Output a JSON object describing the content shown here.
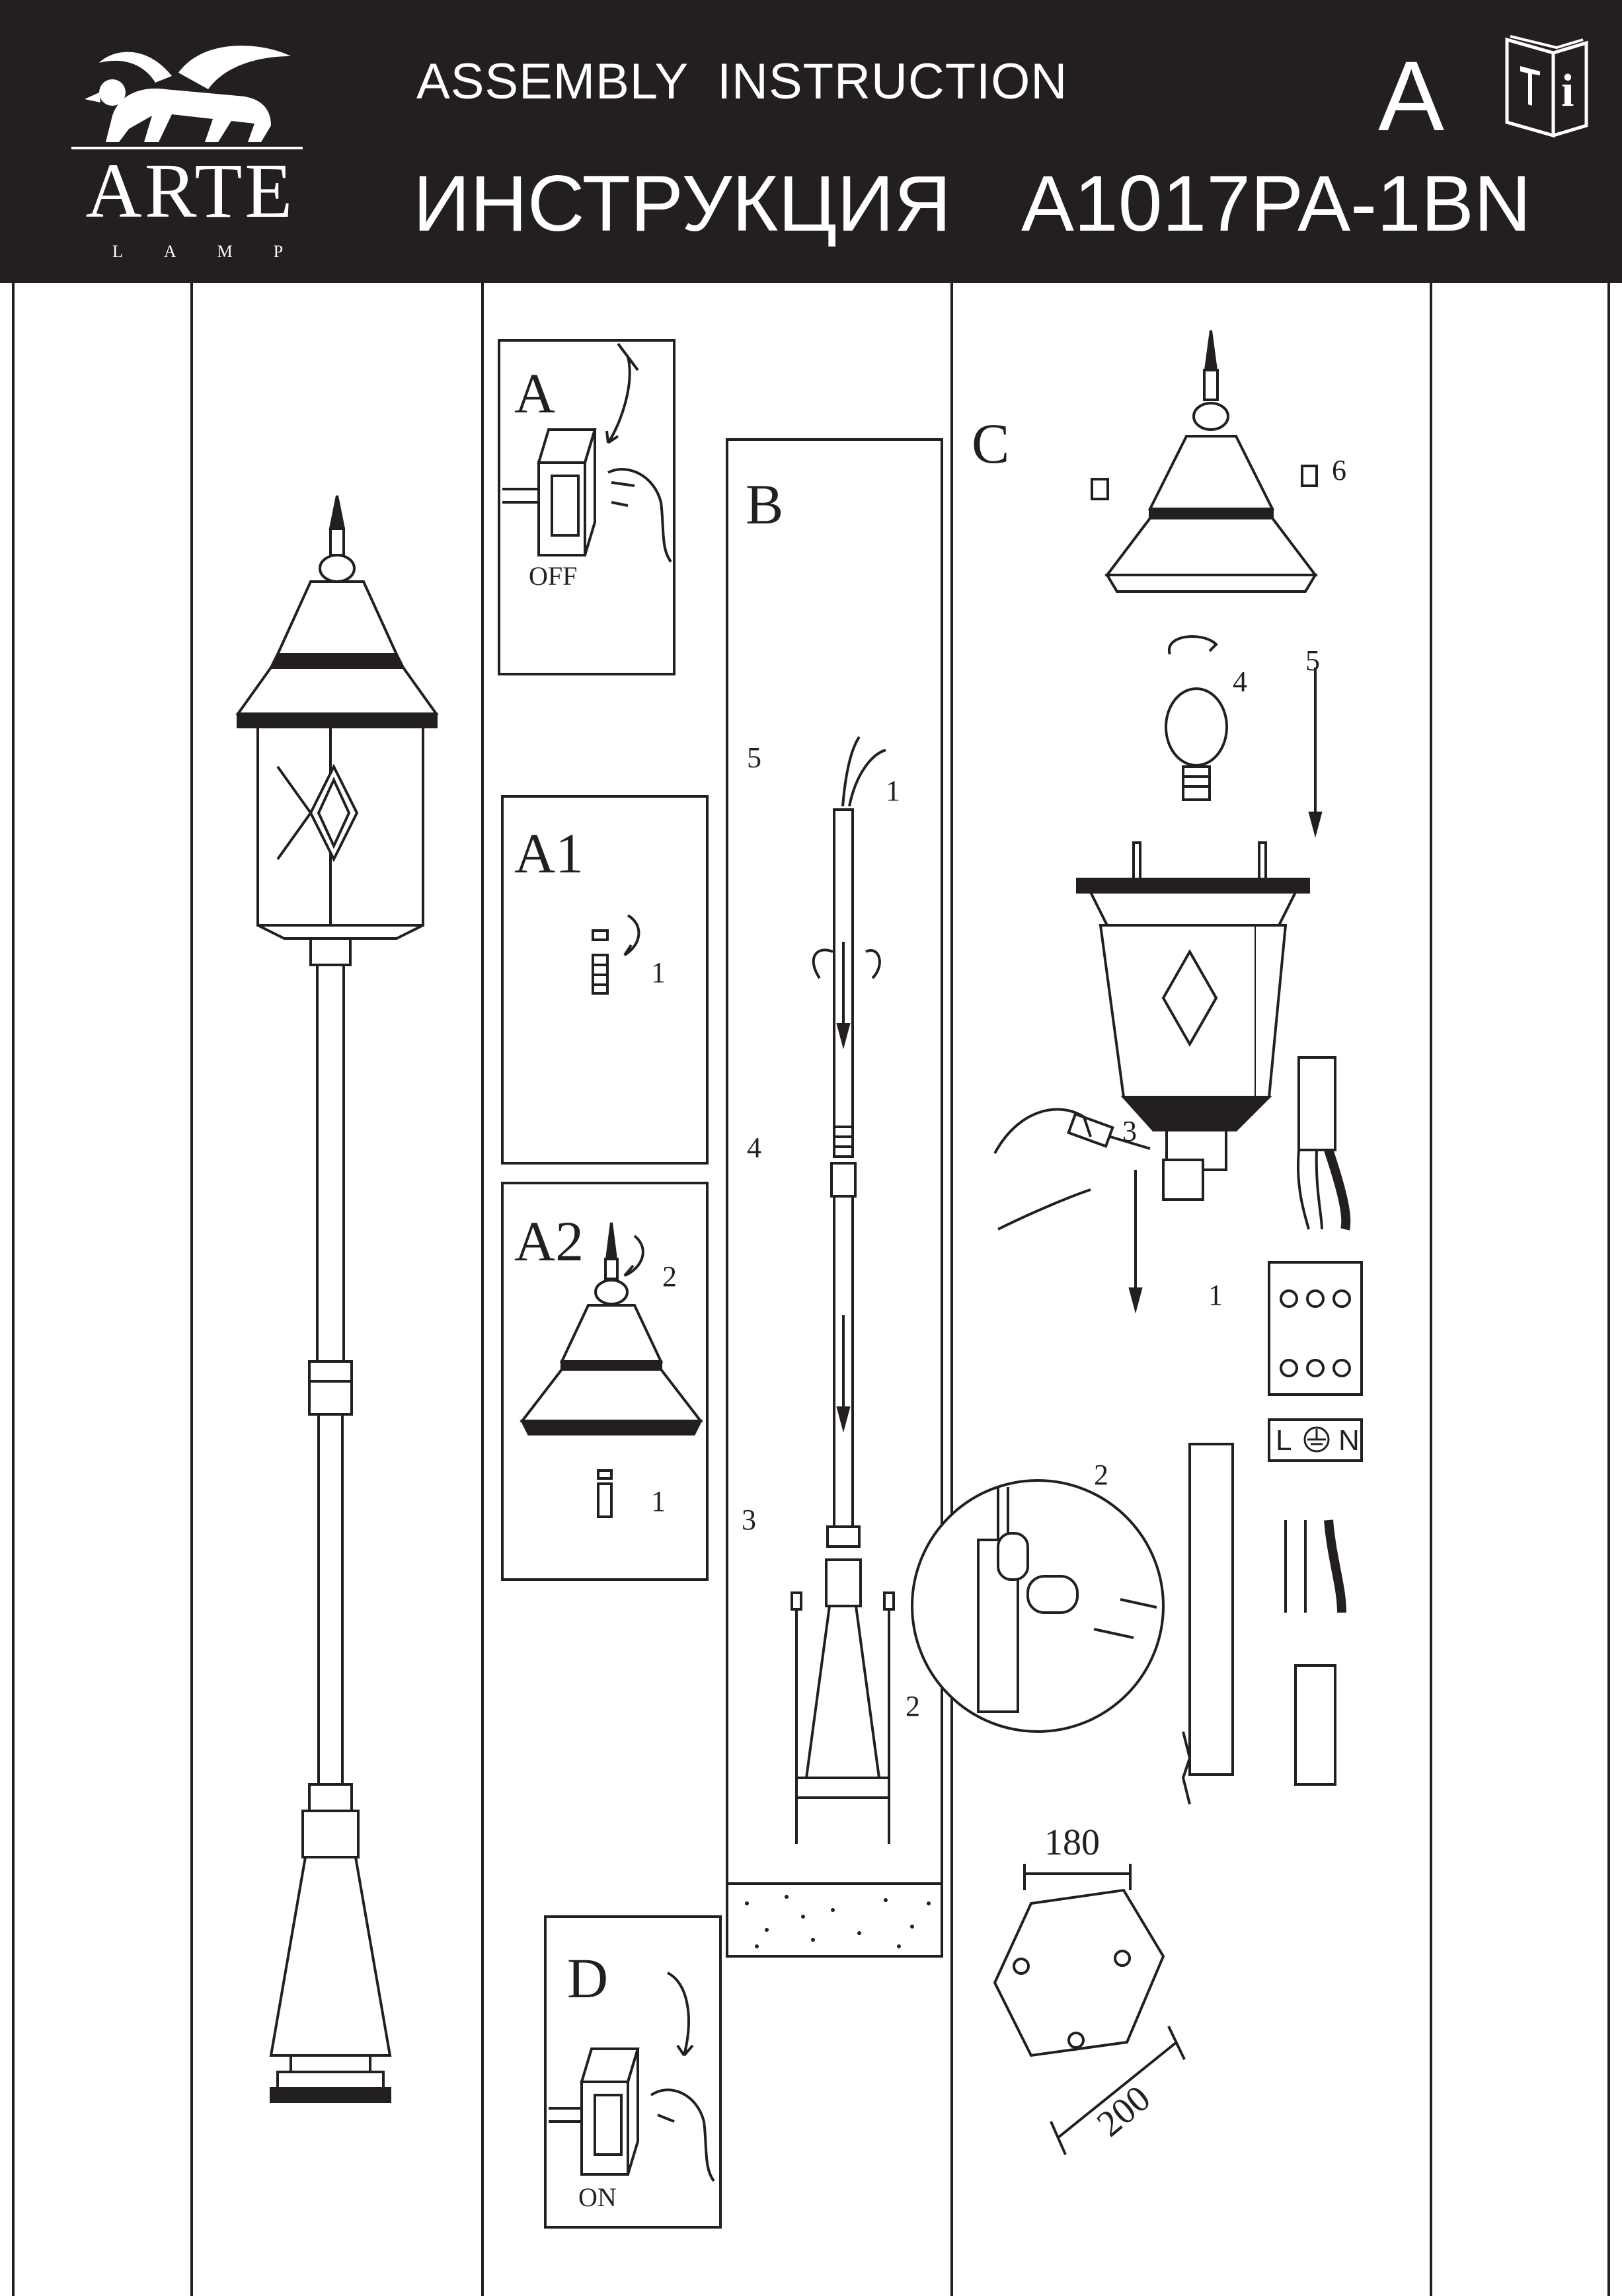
{
  "brand": {
    "name": "ARTE",
    "sub": "LAMP"
  },
  "header": {
    "title_en": "ASSEMBLY  INSTRUCTION",
    "title_ru": "ИНСТРУКЦИЯ",
    "model": "A1017PA-1BN",
    "section_letter": "A"
  },
  "panels": {
    "a": {
      "label": "A",
      "state": "OFF"
    },
    "a1": {
      "label": "A1",
      "step": "1"
    },
    "a2": {
      "label": "A2",
      "steps": [
        "2",
        "1"
      ]
    },
    "b": {
      "label": "B",
      "steps": [
        "5",
        "1",
        "4",
        "3",
        "2"
      ]
    },
    "c": {
      "label": "C",
      "steps": [
        "6",
        "4",
        "5",
        "3",
        "1",
        "2"
      ]
    },
    "d": {
      "label": "D",
      "state": "ON"
    }
  },
  "terminal": {
    "L": "L",
    "N": "N"
  },
  "dimensions": {
    "top": "180",
    "side": "200"
  },
  "colors": {
    "header_bg": "#231f20",
    "ink": "#231f20",
    "paper": "#ffffff"
  },
  "icons": [
    "griffin-logo-icon",
    "info-book-icon",
    "light-switch-icon",
    "hand-icon",
    "bulb-icon",
    "screwdriver-icon",
    "screw-icon",
    "earth-symbol-icon"
  ]
}
